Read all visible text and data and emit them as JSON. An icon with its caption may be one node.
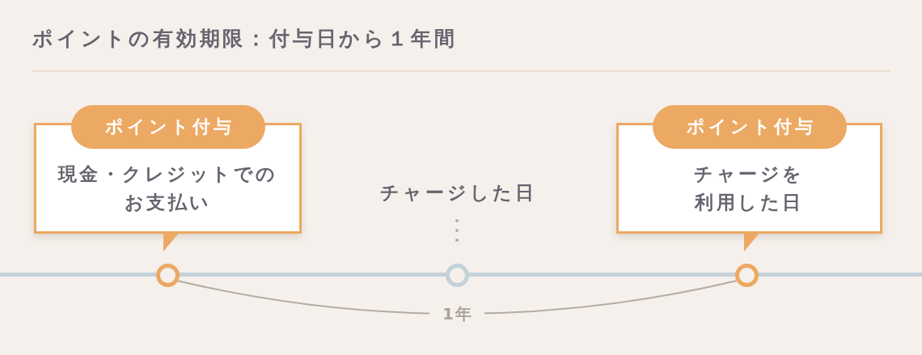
{
  "diagram": {
    "title": "ポイントの有効期限：付与日から１年間",
    "nodes": [
      {
        "text": [
          "ポイント付与",
          "現金・クレジットでのお支払い"
        ]
      },
      {
        "text": [
          "チャージした日"
        ]
      },
      {
        "text": [
          "ポイント付与",
          "チャージを利用した日"
        ]
      },
      {
        "text": [],
        "shape": "circle"
      },
      {
        "text": [],
        "shape": "circle"
      },
      {
        "text": [],
        "shape": "circle"
      }
    ],
    "edges": [
      {
        "from": 1,
        "to": 4,
        "arrow": "none",
        "style": "dashed"
      },
      {
        "from": 3,
        "to": 5,
        "arrow": "none",
        "label": "1年"
      }
    ]
  }
}
